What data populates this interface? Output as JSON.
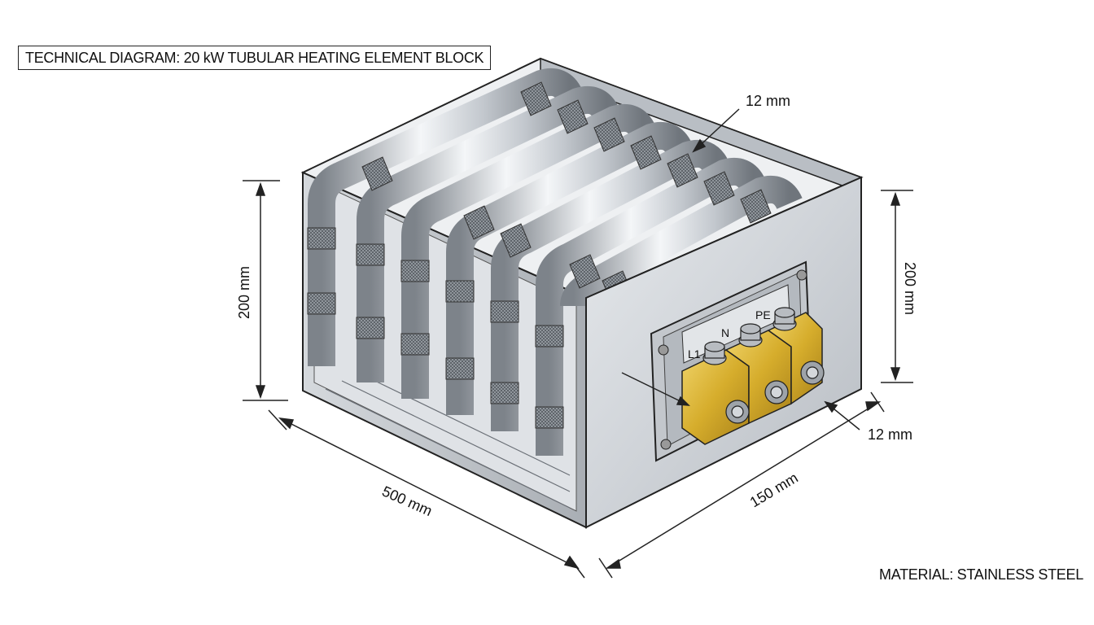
{
  "title": "TECHNICAL DIAGRAM: 20 kW TUBULAR HEATING ELEMENT BLOCK",
  "material_note": "MATERIAL: STAINLESS STEEL",
  "dimensions": {
    "height_left": "200 mm",
    "height_right": "200 mm",
    "length": "500 mm",
    "width": "150 mm",
    "tube_diameter_top": "12 mm",
    "terminal_diameter": "12 mm"
  },
  "terminals": {
    "l1": "L1",
    "n": "N",
    "pe": "PE"
  },
  "colors": {
    "steel": "#c9cdd2",
    "steel_dark": "#8e949b",
    "brass": "#d8b43a",
    "outline": "#222222"
  }
}
